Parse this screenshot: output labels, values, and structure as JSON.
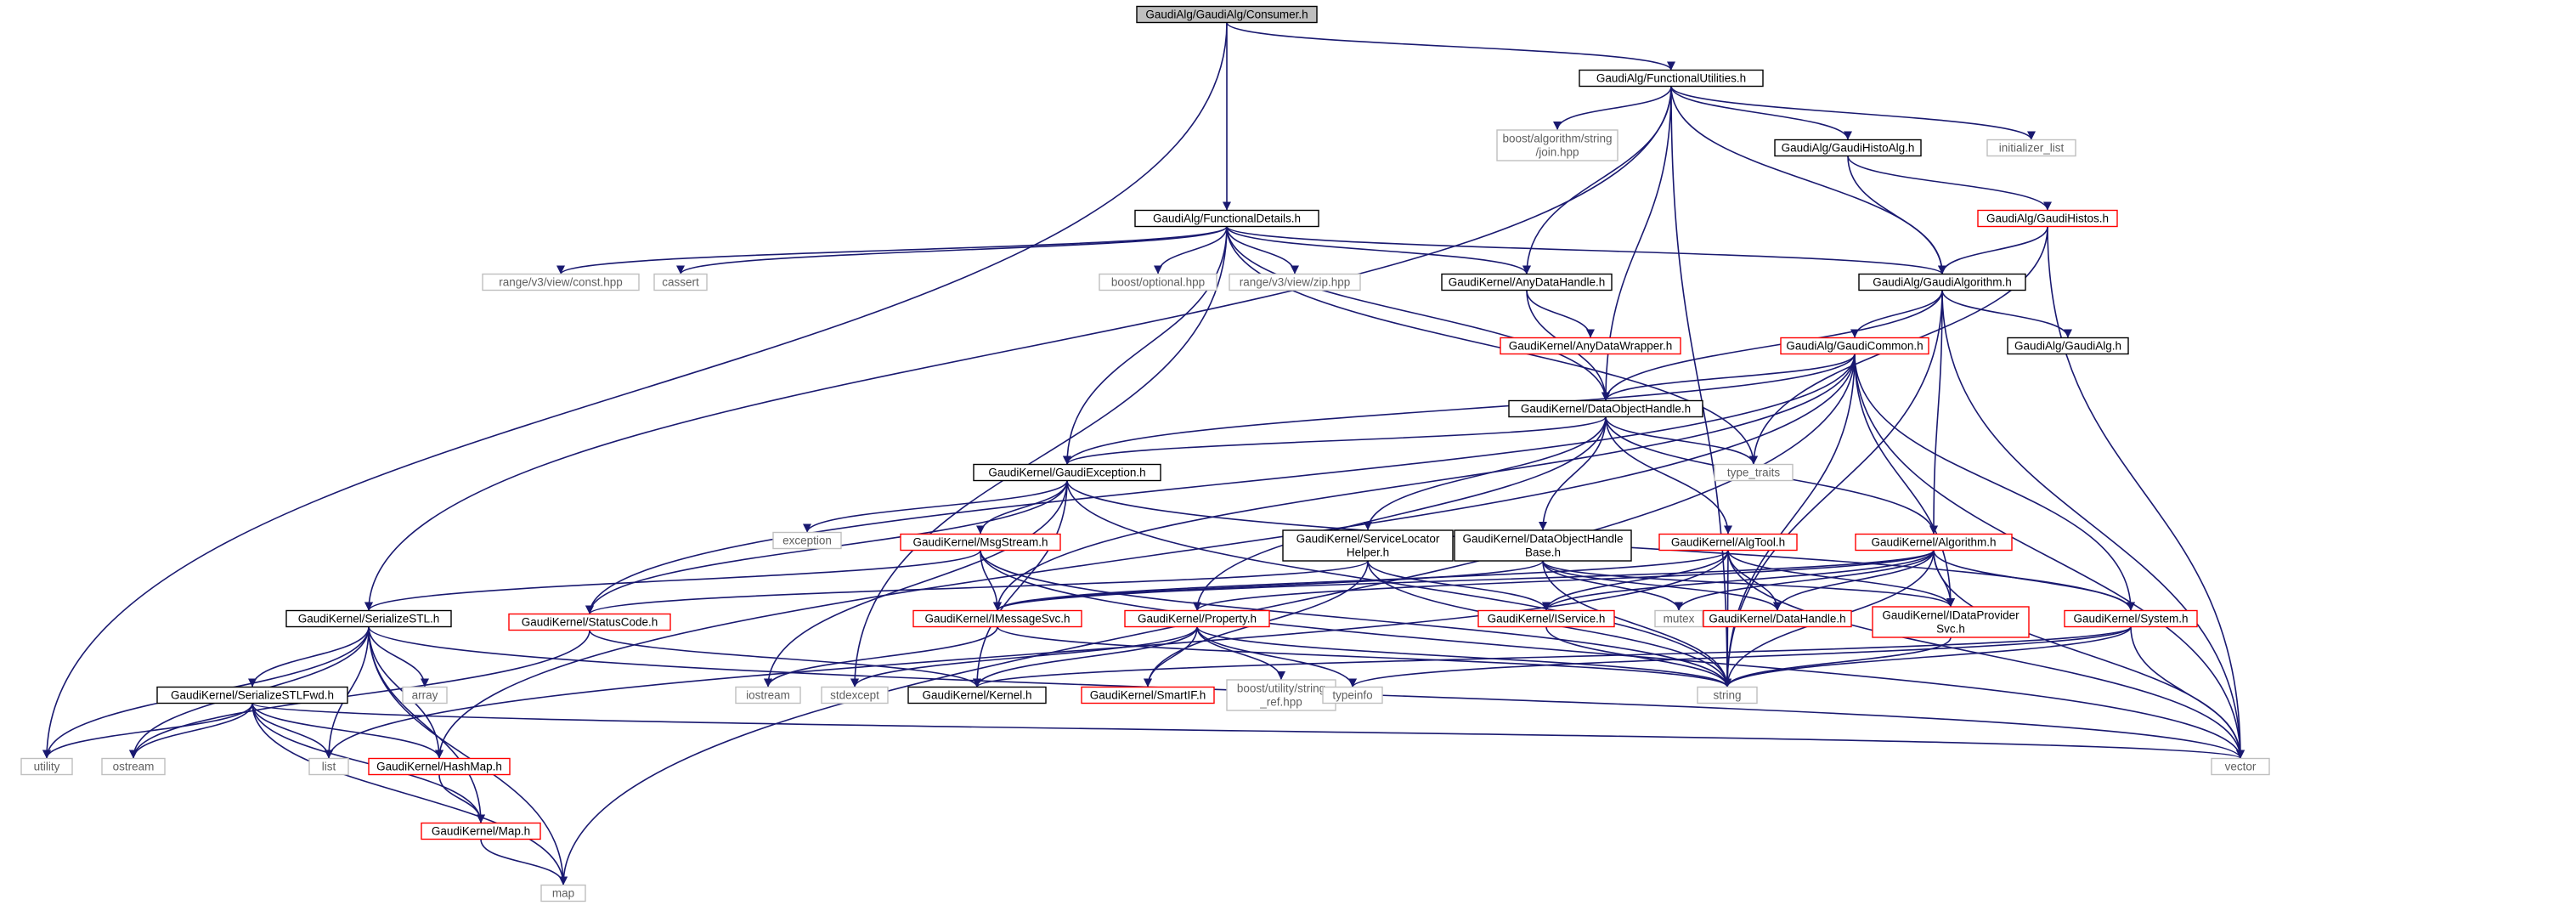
{
  "palette": {
    "edge": "#191970",
    "root_fill": "#bfbfbf",
    "root_border": "#000000",
    "node_fill": "#ffffff",
    "documented_border": "#000000",
    "has_more_border": "#ff0000",
    "external_border": "#bfbfbf",
    "external_text": "#606060"
  },
  "nodes": [
    {
      "id": "consumer",
      "lines": [
        "GaudiAlg/GaudiAlg/Consumer.h"
      ],
      "kind": "root"
    },
    {
      "id": "funcutil",
      "lines": [
        "GaudiAlg/FunctionalUtilities.h"
      ],
      "kind": "doc"
    },
    {
      "id": "funcdetails",
      "lines": [
        "GaudiAlg/FunctionalDetails.h"
      ],
      "kind": "doc"
    },
    {
      "id": "join",
      "lines": [
        "boost/algorithm/string",
        "/join.hpp"
      ],
      "kind": "ext"
    },
    {
      "id": "histoalg",
      "lines": [
        "GaudiAlg/GaudiHistoAlg.h"
      ],
      "kind": "doc"
    },
    {
      "id": "initlist",
      "lines": [
        "initializer_list"
      ],
      "kind": "ext"
    },
    {
      "id": "gaudihistos",
      "lines": [
        "GaudiAlg/GaudiHistos.h"
      ],
      "kind": "more"
    },
    {
      "id": "rangeconst",
      "lines": [
        "range/v3/view/const.hpp"
      ],
      "kind": "ext"
    },
    {
      "id": "cassert",
      "lines": [
        "cassert"
      ],
      "kind": "ext"
    },
    {
      "id": "optional",
      "lines": [
        "boost/optional.hpp"
      ],
      "kind": "ext"
    },
    {
      "id": "rangezip",
      "lines": [
        "range/v3/view/zip.hpp"
      ],
      "kind": "ext"
    },
    {
      "id": "anydatahandle",
      "lines": [
        "GaudiKernel/AnyDataHandle.h"
      ],
      "kind": "doc"
    },
    {
      "id": "gaudialgorithm",
      "lines": [
        "GaudiAlg/GaudiAlgorithm.h"
      ],
      "kind": "doc"
    },
    {
      "id": "anydatawrapper",
      "lines": [
        "GaudiKernel/AnyDataWrapper.h"
      ],
      "kind": "more"
    },
    {
      "id": "gaudicommon",
      "lines": [
        "GaudiAlg/GaudiCommon.h"
      ],
      "kind": "more"
    },
    {
      "id": "gaudialg",
      "lines": [
        "GaudiAlg/GaudiAlg.h"
      ],
      "kind": "doc"
    },
    {
      "id": "dataobjecthandle",
      "lines": [
        "GaudiKernel/DataObjectHandle.h"
      ],
      "kind": "doc"
    },
    {
      "id": "gaudiexception",
      "lines": [
        "GaudiKernel/GaudiException.h"
      ],
      "kind": "doc"
    },
    {
      "id": "typetraits",
      "lines": [
        "type_traits"
      ],
      "kind": "ext"
    },
    {
      "id": "exception",
      "lines": [
        "exception"
      ],
      "kind": "ext"
    },
    {
      "id": "msgstream",
      "lines": [
        "GaudiKernel/MsgStream.h"
      ],
      "kind": "more"
    },
    {
      "id": "servicelocator",
      "lines": [
        "GaudiKernel/ServiceLocator",
        "Helper.h"
      ],
      "kind": "doc"
    },
    {
      "id": "dohbase",
      "lines": [
        "GaudiKernel/DataObjectHandle",
        "Base.h"
      ],
      "kind": "doc"
    },
    {
      "id": "algtool",
      "lines": [
        "GaudiKernel/AlgTool.h"
      ],
      "kind": "more"
    },
    {
      "id": "algorithm",
      "lines": [
        "GaudiKernel/Algorithm.h"
      ],
      "kind": "more"
    },
    {
      "id": "serializestl",
      "lines": [
        "GaudiKernel/SerializeSTL.h"
      ],
      "kind": "doc"
    },
    {
      "id": "statuscode",
      "lines": [
        "GaudiKernel/StatusCode.h"
      ],
      "kind": "more"
    },
    {
      "id": "imessagesvc",
      "lines": [
        "GaudiKernel/IMessageSvc.h"
      ],
      "kind": "more"
    },
    {
      "id": "property",
      "lines": [
        "GaudiKernel/Property.h"
      ],
      "kind": "more"
    },
    {
      "id": "iservice",
      "lines": [
        "GaudiKernel/IService.h"
      ],
      "kind": "more"
    },
    {
      "id": "mutex",
      "lines": [
        "mutex"
      ],
      "kind": "ext"
    },
    {
      "id": "datahandle",
      "lines": [
        "GaudiKernel/DataHandle.h"
      ],
      "kind": "more"
    },
    {
      "id": "idataprovider",
      "lines": [
        "GaudiKernel/IDataProvider",
        "Svc.h"
      ],
      "kind": "more"
    },
    {
      "id": "system",
      "lines": [
        "GaudiKernel/System.h"
      ],
      "kind": "more"
    },
    {
      "id": "array",
      "lines": [
        "array"
      ],
      "kind": "ext"
    },
    {
      "id": "serializestlfwd",
      "lines": [
        "GaudiKernel/SerializeSTLFwd.h"
      ],
      "kind": "doc"
    },
    {
      "id": "iostream",
      "lines": [
        "iostream"
      ],
      "kind": "ext"
    },
    {
      "id": "stdexcept",
      "lines": [
        "stdexcept"
      ],
      "kind": "ext"
    },
    {
      "id": "kernel",
      "lines": [
        "GaudiKernel/Kernel.h"
      ],
      "kind": "doc"
    },
    {
      "id": "smartif",
      "lines": [
        "GaudiKernel/SmartIF.h"
      ],
      "kind": "more"
    },
    {
      "id": "stringref",
      "lines": [
        "boost/utility/string",
        "_ref.hpp"
      ],
      "kind": "ext"
    },
    {
      "id": "typeinfo",
      "lines": [
        "typeinfo"
      ],
      "kind": "ext"
    },
    {
      "id": "string",
      "lines": [
        "string"
      ],
      "kind": "ext"
    },
    {
      "id": "utility",
      "lines": [
        "utility"
      ],
      "kind": "ext"
    },
    {
      "id": "ostream",
      "lines": [
        "ostream"
      ],
      "kind": "ext"
    },
    {
      "id": "list",
      "lines": [
        "list"
      ],
      "kind": "ext"
    },
    {
      "id": "hashmap",
      "lines": [
        "GaudiKernel/HashMap.h"
      ],
      "kind": "more"
    },
    {
      "id": "vector",
      "lines": [
        "vector"
      ],
      "kind": "ext"
    },
    {
      "id": "maph",
      "lines": [
        "GaudiKernel/Map.h"
      ],
      "kind": "more"
    },
    {
      "id": "map",
      "lines": [
        "map"
      ],
      "kind": "ext"
    }
  ],
  "edges": [
    [
      "consumer",
      "funcutil"
    ],
    [
      "consumer",
      "funcdetails"
    ],
    [
      "consumer",
      "utility"
    ],
    [
      "funcutil",
      "serializestl"
    ],
    [
      "funcutil",
      "join"
    ],
    [
      "funcutil",
      "anydatahandle"
    ],
    [
      "funcutil",
      "dataobjecthandle"
    ],
    [
      "funcutil",
      "gaudialgorithm"
    ],
    [
      "funcutil",
      "histoalg"
    ],
    [
      "funcutil",
      "initlist"
    ],
    [
      "funcutil",
      "string"
    ],
    [
      "histoalg",
      "gaudialgorithm"
    ],
    [
      "histoalg",
      "gaudihistos"
    ],
    [
      "gaudihistos",
      "gaudialgorithm"
    ],
    [
      "gaudihistos",
      "typetraits"
    ],
    [
      "gaudihistos",
      "vector"
    ],
    [
      "funcdetails",
      "rangeconst"
    ],
    [
      "funcdetails",
      "cassert"
    ],
    [
      "funcdetails",
      "optional"
    ],
    [
      "funcdetails",
      "rangezip"
    ],
    [
      "funcdetails",
      "anydatahandle"
    ],
    [
      "funcdetails",
      "gaudialgorithm"
    ],
    [
      "funcdetails",
      "dataobjecthandle"
    ],
    [
      "funcdetails",
      "gaudiexception"
    ],
    [
      "funcdetails",
      "typetraits"
    ],
    [
      "funcdetails",
      "stdexcept"
    ],
    [
      "anydatahandle",
      "anydatawrapper"
    ],
    [
      "anydatahandle",
      "dataobjecthandle"
    ],
    [
      "gaudialgorithm",
      "gaudicommon"
    ],
    [
      "gaudialgorithm",
      "gaudialg"
    ],
    [
      "gaudialgorithm",
      "dataobjecthandle"
    ],
    [
      "gaudialgorithm",
      "algorithm"
    ],
    [
      "gaudialgorithm",
      "vector"
    ],
    [
      "gaudialgorithm",
      "string"
    ],
    [
      "gaudicommon",
      "dataobjecthandle"
    ],
    [
      "gaudicommon",
      "gaudiexception"
    ],
    [
      "gaudicommon",
      "statuscode"
    ],
    [
      "gaudicommon",
      "imessagesvc"
    ],
    [
      "gaudicommon",
      "hashmap"
    ],
    [
      "gaudicommon",
      "system"
    ],
    [
      "gaudicommon",
      "idataprovider"
    ],
    [
      "gaudicommon",
      "string"
    ],
    [
      "gaudicommon",
      "vector"
    ],
    [
      "gaudicommon",
      "map"
    ],
    [
      "dataobjecthandle",
      "gaudiexception"
    ],
    [
      "dataobjecthandle",
      "typetraits"
    ],
    [
      "dataobjecthandle",
      "servicelocator"
    ],
    [
      "dataobjecthandle",
      "dohbase"
    ],
    [
      "dataobjecthandle",
      "algtool"
    ],
    [
      "dataobjecthandle",
      "algorithm"
    ],
    [
      "dataobjecthandle",
      "property"
    ],
    [
      "gaudiexception",
      "exception"
    ],
    [
      "gaudiexception",
      "msgstream"
    ],
    [
      "gaudiexception",
      "statuscode"
    ],
    [
      "gaudiexception",
      "system"
    ],
    [
      "gaudiexception",
      "string"
    ],
    [
      "gaudiexception",
      "iostream"
    ],
    [
      "gaudiexception",
      "kernel"
    ],
    [
      "msgstream",
      "serializestl"
    ],
    [
      "msgstream",
      "imessagesvc"
    ],
    [
      "msgstream",
      "string"
    ],
    [
      "msgstream",
      "vector"
    ],
    [
      "servicelocator",
      "statuscode"
    ],
    [
      "servicelocator",
      "iservice"
    ],
    [
      "servicelocator",
      "smartif"
    ],
    [
      "servicelocator",
      "string"
    ],
    [
      "dohbase",
      "imessagesvc"
    ],
    [
      "dohbase",
      "mutex"
    ],
    [
      "dohbase",
      "datahandle"
    ],
    [
      "dohbase",
      "idataprovider"
    ],
    [
      "dohbase",
      "string"
    ],
    [
      "algtool",
      "imessagesvc"
    ],
    [
      "algtool",
      "iservice"
    ],
    [
      "algtool",
      "datahandle"
    ],
    [
      "algtool",
      "idataprovider"
    ],
    [
      "algtool",
      "list"
    ],
    [
      "algtool",
      "vector"
    ],
    [
      "algtool",
      "string"
    ],
    [
      "algorithm",
      "property"
    ],
    [
      "algorithm",
      "imessagesvc"
    ],
    [
      "algorithm",
      "iservice"
    ],
    [
      "algorithm",
      "datahandle"
    ],
    [
      "algorithm",
      "idataprovider"
    ],
    [
      "algorithm",
      "system"
    ],
    [
      "algorithm",
      "mutex"
    ],
    [
      "algorithm",
      "string"
    ],
    [
      "algorithm",
      "vector"
    ],
    [
      "statuscode",
      "kernel"
    ],
    [
      "statuscode",
      "ostream"
    ],
    [
      "imessagesvc",
      "iostream"
    ],
    [
      "imessagesvc",
      "string"
    ],
    [
      "property",
      "kernel"
    ],
    [
      "property",
      "smartif"
    ],
    [
      "property",
      "stringref"
    ],
    [
      "property",
      "typeinfo"
    ],
    [
      "property",
      "string"
    ],
    [
      "property",
      "stdexcept"
    ],
    [
      "iservice",
      "string"
    ],
    [
      "idataprovider",
      "string"
    ],
    [
      "system",
      "kernel"
    ],
    [
      "system",
      "string"
    ],
    [
      "system",
      "vector"
    ],
    [
      "system",
      "typeinfo"
    ],
    [
      "serializestl",
      "serializestlfwd"
    ],
    [
      "serializestl",
      "utility"
    ],
    [
      "serializestl",
      "ostream"
    ],
    [
      "serializestl",
      "list"
    ],
    [
      "serializestl",
      "hashmap"
    ],
    [
      "serializestl",
      "array"
    ],
    [
      "serializestl",
      "maph"
    ],
    [
      "serializestl",
      "map"
    ],
    [
      "serializestl",
      "vector"
    ],
    [
      "serializestlfwd",
      "utility"
    ],
    [
      "serializestlfwd",
      "ostream"
    ],
    [
      "serializestlfwd",
      "list"
    ],
    [
      "serializestlfwd",
      "hashmap"
    ],
    [
      "serializestlfwd",
      "maph"
    ],
    [
      "serializestlfwd",
      "map"
    ],
    [
      "serializestlfwd",
      "vector"
    ],
    [
      "hashmap",
      "maph"
    ],
    [
      "maph",
      "map"
    ]
  ]
}
